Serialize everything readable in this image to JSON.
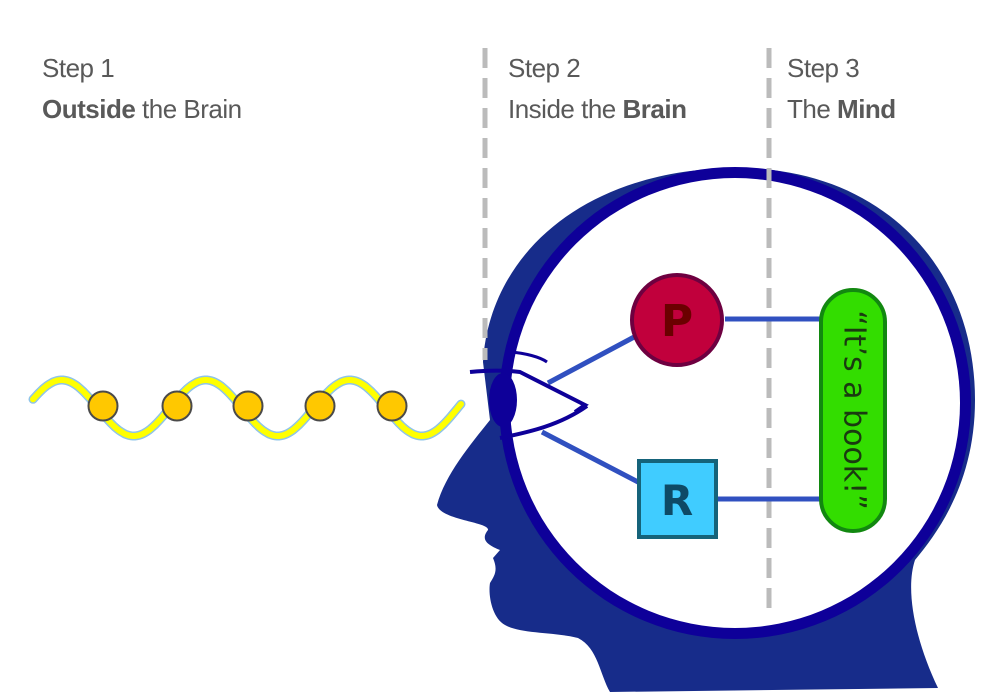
{
  "steps": [
    {
      "number": "Step 1",
      "title_bold": "Outside",
      "title_rest": " the Brain",
      "bold_first": true
    },
    {
      "number": "Step 2",
      "title_rest": "Inside the ",
      "title_bold": "Brain",
      "bold_first": false
    },
    {
      "number": "Step 3",
      "title_rest": "The ",
      "title_bold": "Mind",
      "bold_first": false
    }
  ],
  "nodes": {
    "p": {
      "label": "P",
      "shape": "circle",
      "fill": "#C1003C",
      "stroke": "#6E0040",
      "text_color": "#6B0000"
    },
    "r": {
      "label": "R",
      "shape": "square",
      "fill": "#40CCFF",
      "stroke": "#15637A",
      "text_color": "#0E4A66"
    }
  },
  "bubble": {
    "text": "“It’s a book!”",
    "fill": "#33DD00",
    "stroke": "#128810",
    "text_color": "#1A3A10"
  },
  "wave": {
    "particle_count": 5,
    "wave_color": "#FFFF00",
    "wave_outline": "#8FC4E8",
    "particle_fill": "#FFC800",
    "particle_stroke": "#4A4A4A"
  },
  "colors": {
    "head": "#172C8A",
    "head_ring": "#0E0099",
    "connector": "#3050C0",
    "divider": "#BBBBBB",
    "label_text": "#595959"
  }
}
